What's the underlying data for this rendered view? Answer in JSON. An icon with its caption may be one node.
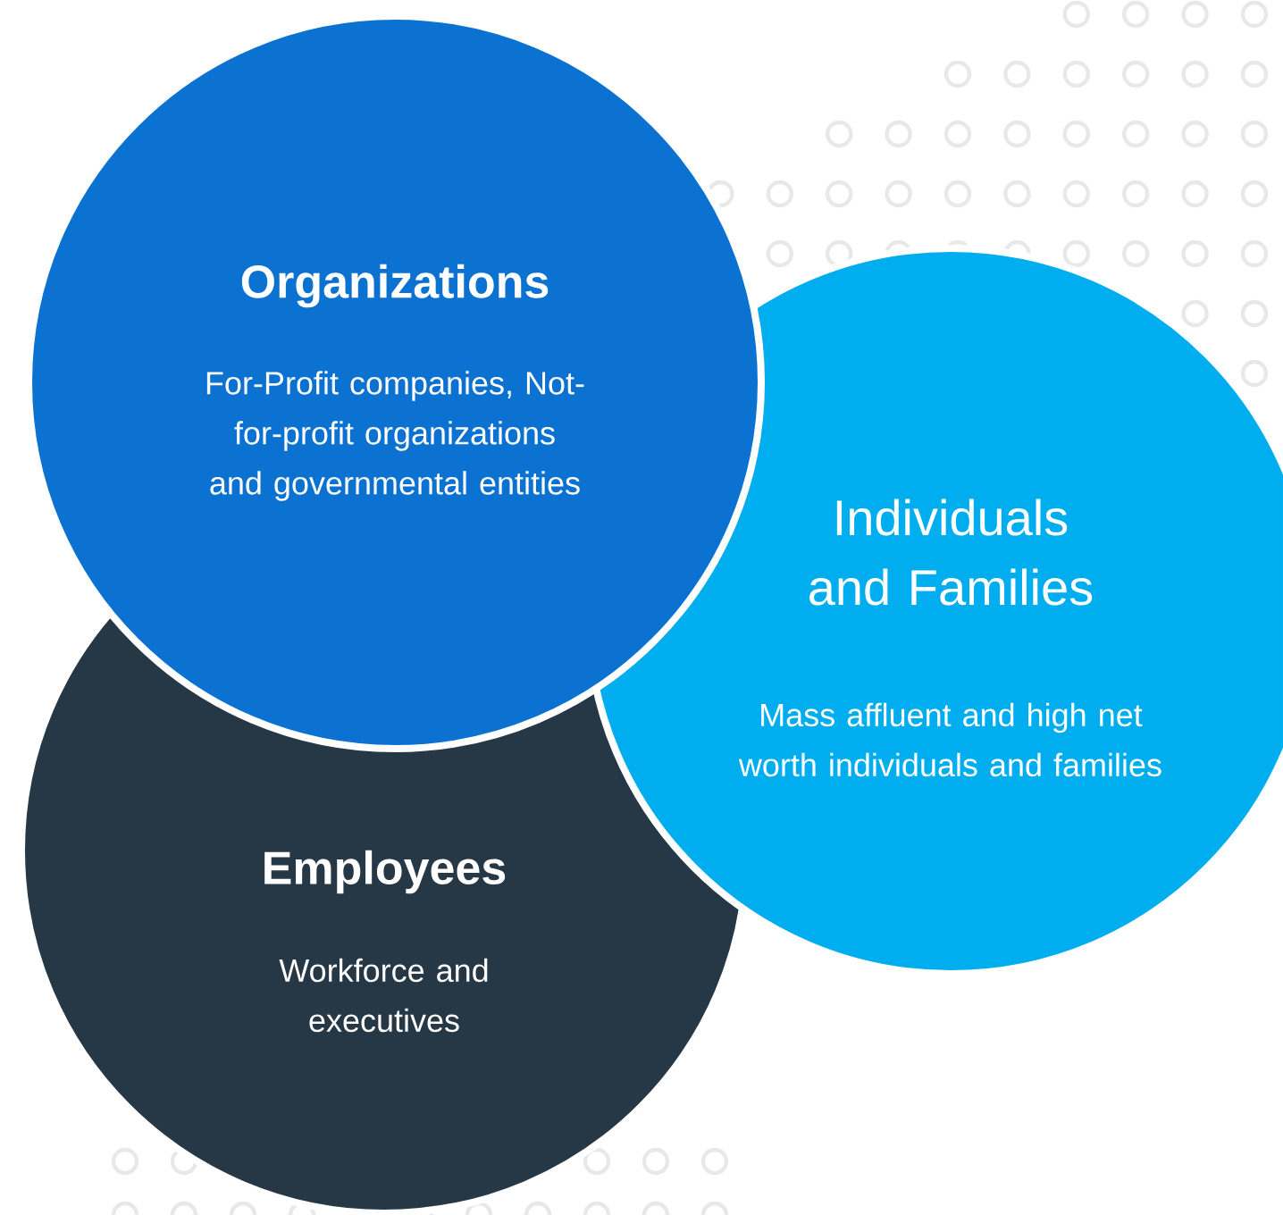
{
  "diagram": {
    "nodes": [
      {
        "text": [
          "Organizations",
          "For-Profit companies, Not-for-profit organizations and governmental entities"
        ]
      },
      {
        "text": [
          "Individuals and Families",
          "Mass affluent and high net worth individuals and families"
        ]
      },
      {
        "text": [
          "Employees",
          "Workforce and executives"
        ]
      }
    ]
  }
}
